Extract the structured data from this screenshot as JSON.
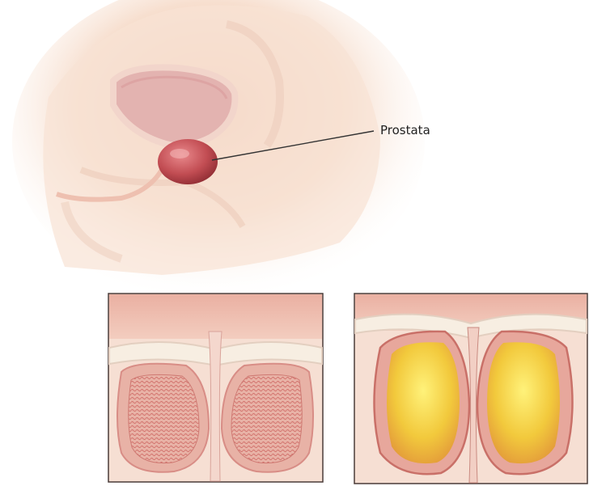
{
  "labels": {
    "prostata": "Prostata"
  },
  "colors": {
    "skin": "#f6dccb",
    "skin_deep": "#eec3ad",
    "tissue_pink": "#e9a9a1",
    "gland_red": "#b8434a",
    "bladder_pink": "#d9a3a6",
    "panel_border": "#4a3b38",
    "enlarged_yellow": "#f4d046",
    "line": "#333333"
  },
  "icons": {
    "normal_prostate_panel": "normal-prostate-cross-section",
    "enlarged_prostate_panel": "enlarged-prostate-cross-section"
  }
}
